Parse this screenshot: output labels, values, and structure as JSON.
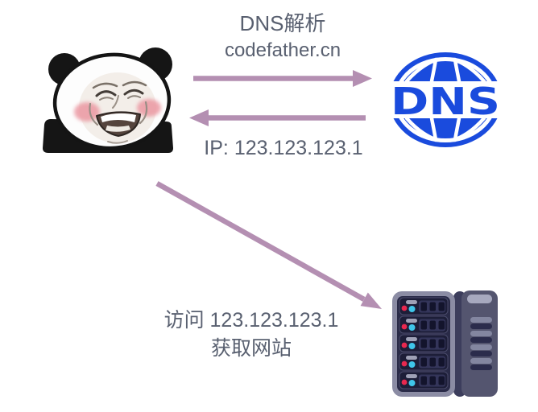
{
  "labels": {
    "query_line1": "DNS解析",
    "query_line2": "codefather.cn",
    "response_ip": "IP: 123.123.123.1",
    "visit_line1": "访问 123.123.123.1",
    "visit_line2": "获取网站"
  },
  "icons": {
    "user": "panda-meme-face-icon",
    "dns": "dns-globe-icon",
    "dns_text": "DNS",
    "server": "server-rack-icon"
  },
  "colors": {
    "background": "#ffffff",
    "text": "#596070",
    "arrow": "#b48fb2",
    "blue": "#1a4bdd",
    "red": "#e9284f",
    "cyan": "#3fc6ea"
  }
}
